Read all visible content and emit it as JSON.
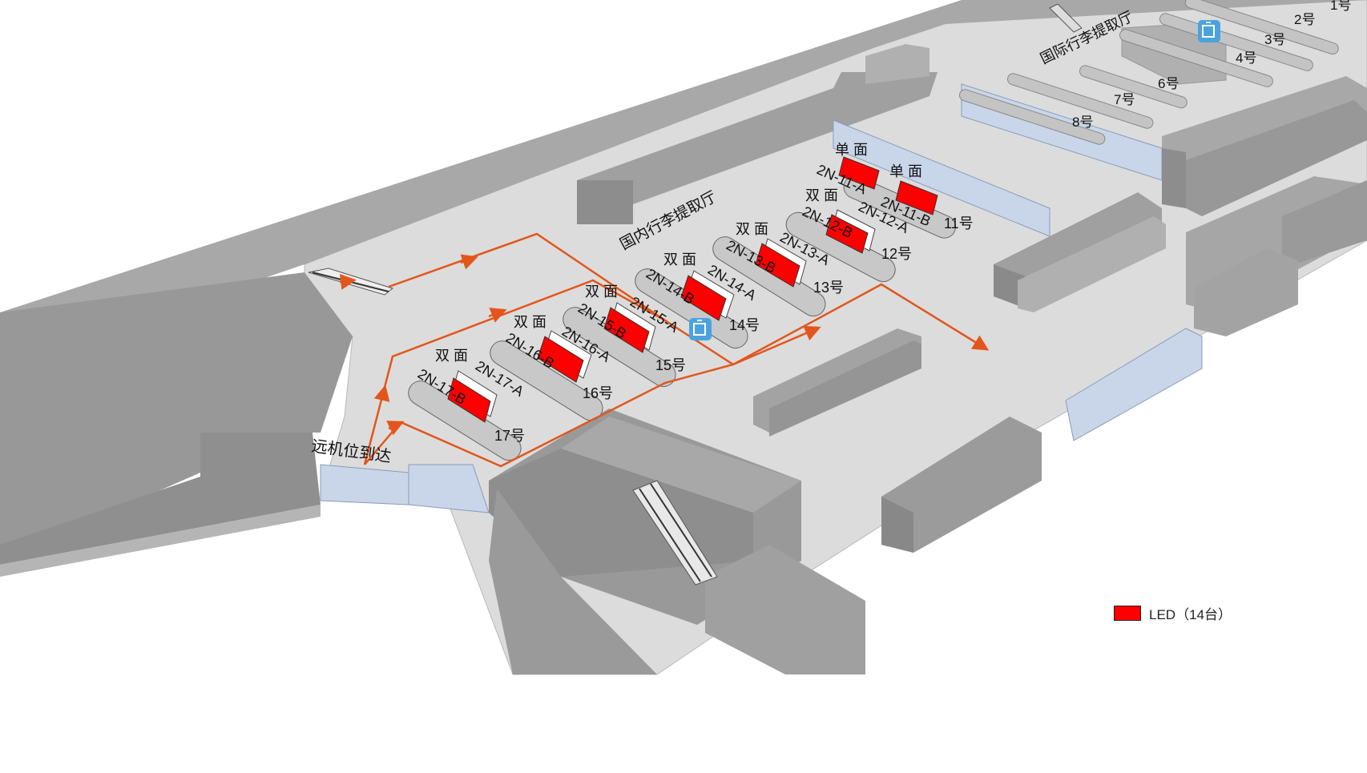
{
  "title": "",
  "halls": {
    "domestic": "国内行李提取厅",
    "international": "国际行李提取厅",
    "remote_arrival": "远机位到达"
  },
  "colors": {
    "led": "#ff0000",
    "route": "#e2561c",
    "floor": "#dcdcdc",
    "wall": "#9a9a9a",
    "glass": "#c9d6ea"
  },
  "legend": {
    "label": "LED（14台）",
    "swatch_color": "#ff0000"
  },
  "belts": [
    {
      "id": "b17",
      "number": "17号",
      "face_label": "双 面",
      "screens": [
        "2N-17-A",
        "2N-17-B"
      ]
    },
    {
      "id": "b16",
      "number": "16号",
      "face_label": "双 面",
      "screens": [
        "2N-16-A",
        "2N-16-B"
      ]
    },
    {
      "id": "b15",
      "number": "15号",
      "face_label": "双 面",
      "screens": [
        "2N-15-A",
        "2N-15-B"
      ]
    },
    {
      "id": "b14",
      "number": "14号",
      "face_label": "双 面",
      "screens": [
        "2N-14-A",
        "2N-14-B"
      ]
    },
    {
      "id": "b13",
      "number": "13号",
      "face_label": "双 面",
      "screens": [
        "2N-13-A",
        "2N-13-B"
      ]
    },
    {
      "id": "b12",
      "number": "12号",
      "face_label": "双 面",
      "screens": [
        "2N-12-A",
        "2N-12-B"
      ]
    },
    {
      "id": "b11",
      "number": "11号",
      "face_label_a": "单 面",
      "face_label_b": "单 面",
      "screens": [
        "2N-11-A",
        "2N-11-B"
      ]
    }
  ],
  "intl_belts": [
    "1号",
    "2号",
    "3号",
    "4号",
    "6号",
    "7号",
    "8号"
  ],
  "icons": [
    "baggage-service-icon",
    "baggage-service-icon"
  ]
}
